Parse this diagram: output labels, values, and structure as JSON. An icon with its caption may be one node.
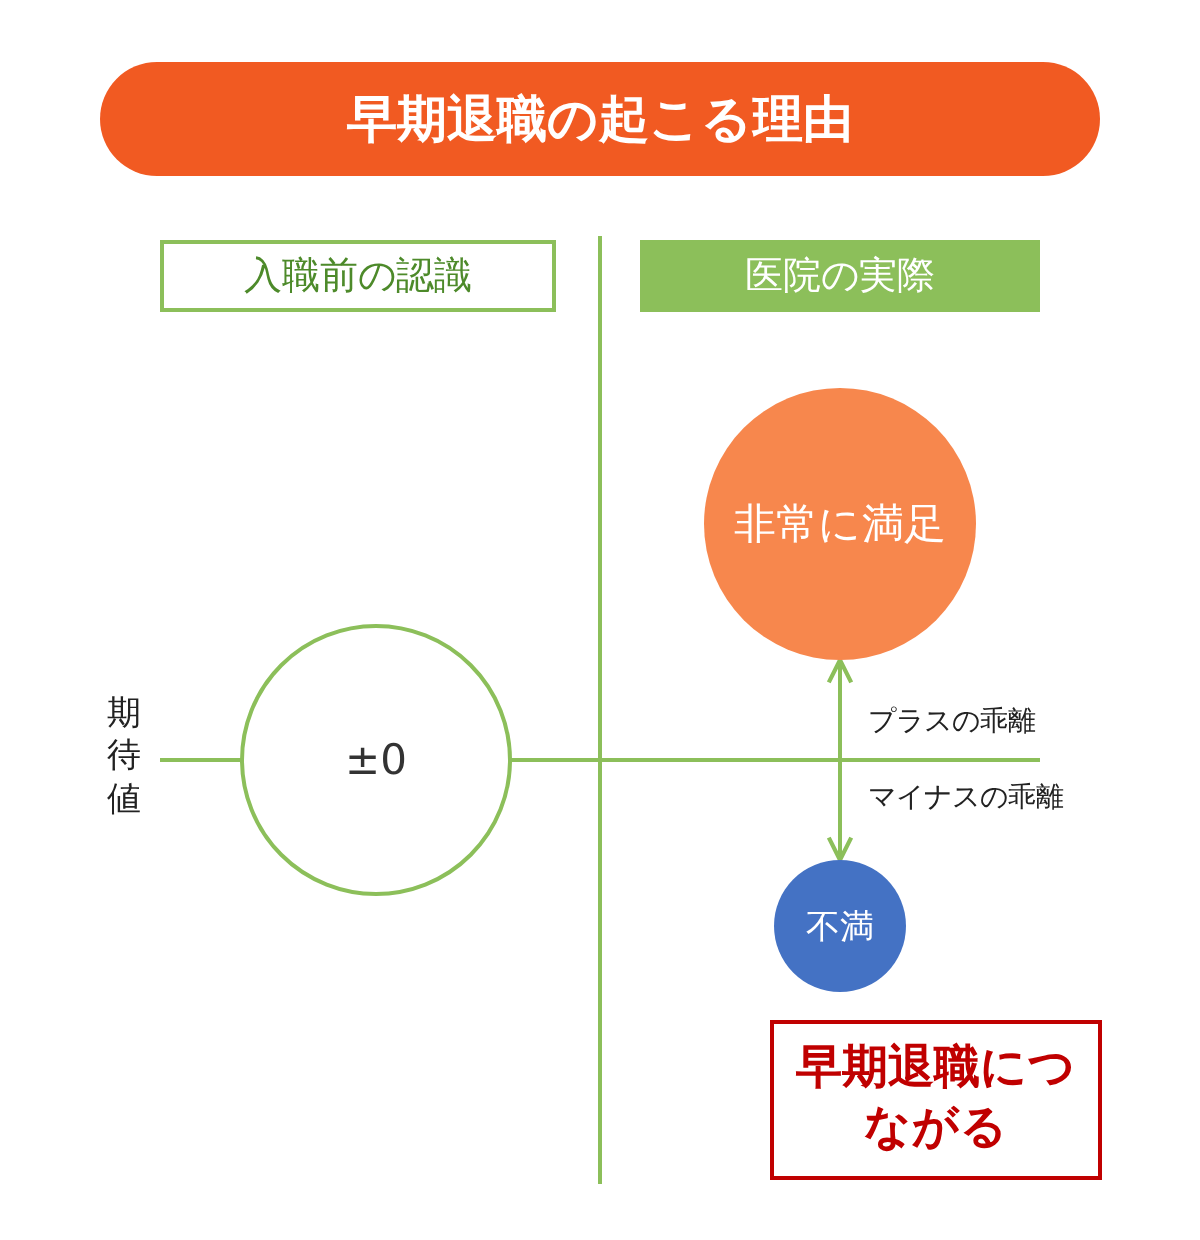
{
  "diagram": {
    "title": "早期退職の起こる理由",
    "nodes": [
      {
        "text": [
          "入職前の認識"
        ]
      },
      {
        "text": [
          "医院の実際"
        ]
      },
      {
        "text": [
          "±0"
        ]
      },
      {
        "text": [
          "非常に満足"
        ]
      },
      {
        "text": [
          "不満"
        ]
      },
      {
        "text": [
          "早期退職につながる"
        ]
      }
    ],
    "edges": [
      {
        "from": null,
        "to": 3,
        "arrow": "to",
        "label": "プラスの乖離"
      },
      {
        "from": null,
        "to": 4,
        "arrow": "to",
        "label": "マイナスの乖離"
      }
    ],
    "labels": [
      "期待値"
    ]
  }
}
